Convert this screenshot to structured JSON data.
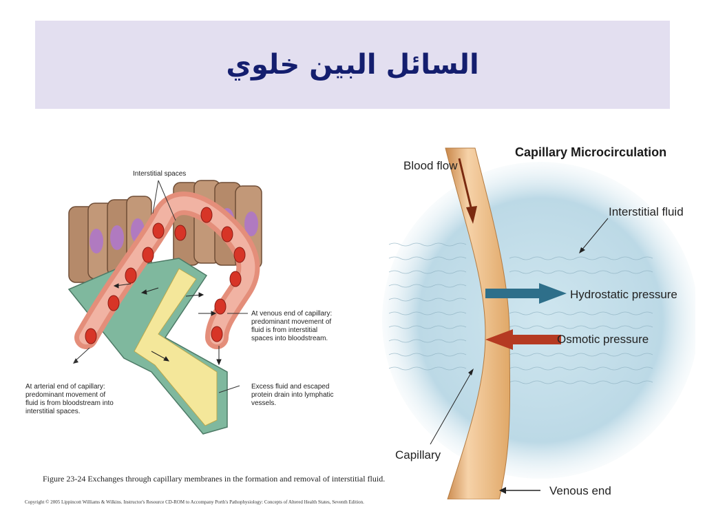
{
  "slide": {
    "title": "السائل البين خلوي"
  },
  "left_figure": {
    "label_interstitial_spaces": "Interstitial spaces",
    "label_venous": "At venous end of capillary: predominant movement of fluid is from interstitial spaces into bloodstream.",
    "label_arterial": "At arterial end of capillary: predominant movement of fluid is from bloodstream into interstitial spaces.",
    "label_excess": "Excess fluid and escaped protein drain into lymphatic vessels.",
    "caption": "Figure 23-24 Exchanges through capillary membranes in the formation and removal of interstitial fluid.",
    "copyright": "Copyright © 2005 Lippincott Williams & Wilkins. Instructor's Resource CD-ROM to Accompany Porth's Pathophysiology: Concepts of Altered Health States, Seventh Edition."
  },
  "right_figure": {
    "title": "Capillary Microcirculation",
    "label_blood_flow": "Blood flow",
    "label_interstitial_fluid": "Interstitial fluid",
    "label_hydrostatic": "Hydrostatic pressure",
    "label_osmotic": "Osmotic pressure",
    "label_capillary": "Capillary",
    "label_venous_end": "Venous end"
  },
  "colors": {
    "title_band": "#e3dff0",
    "title_text": "#141e6e",
    "hydrostatic_arrow": "#2e6f8a",
    "osmotic_arrow": "#b53a22",
    "capillary_wall": "#e0a868",
    "interstitial_fluid": "#bcd9e6"
  }
}
